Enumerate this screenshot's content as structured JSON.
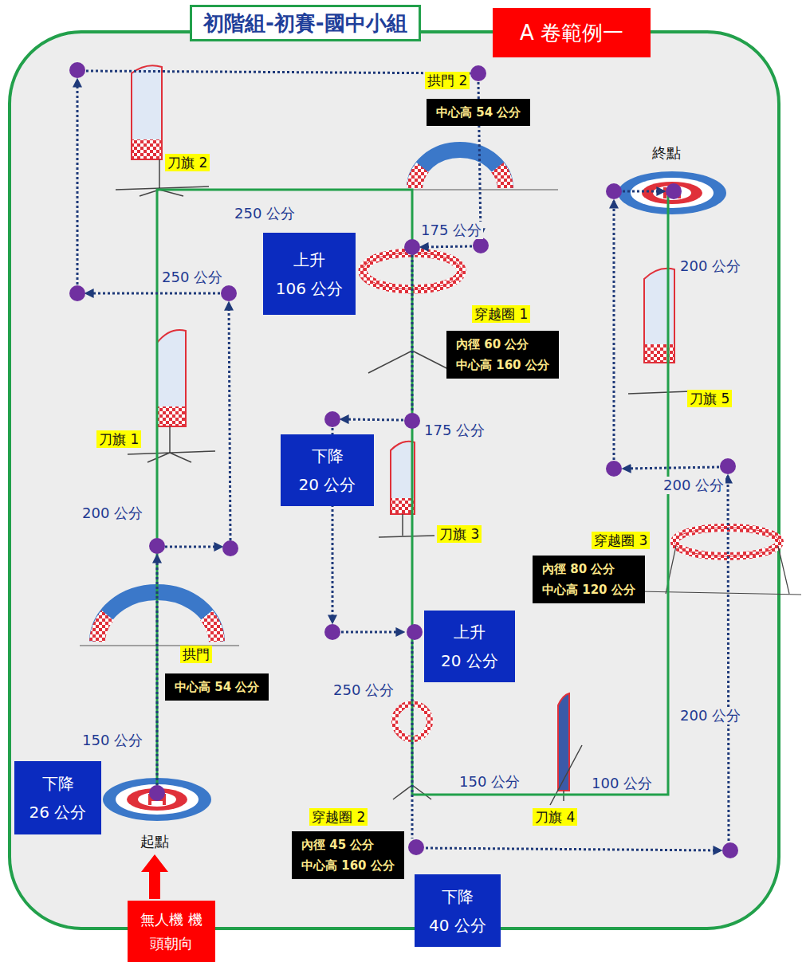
{
  "diagram": {
    "title": "初階組-初賽-國中小組",
    "nodes": [
      {
        "text": [
          "A 卷範例一"
        ]
      },
      {
        "text": [
          "拱門 2"
        ]
      },
      {
        "text": [
          "中心高 54 公分"
        ]
      },
      {
        "text": [
          "刀旗 2"
        ]
      },
      {
        "text": [
          "終點"
        ]
      },
      {
        "text": [
          "上升",
          "106 公分"
        ]
      },
      {
        "text": [
          "穿越圈 1"
        ]
      },
      {
        "text": [
          "內徑 60 公分",
          "中心高 160 公分"
        ]
      },
      {
        "text": [
          "刀旗 5"
        ]
      },
      {
        "text": [
          "刀旗 1"
        ]
      },
      {
        "text": [
          "下降",
          "20 公分"
        ]
      },
      {
        "text": [
          "刀旗 3"
        ]
      },
      {
        "text": [
          "穿越圈 3"
        ]
      },
      {
        "text": [
          "內徑 80 公分",
          "中心高 120 公分"
        ]
      },
      {
        "text": [
          "上升",
          "20 公分"
        ]
      },
      {
        "text": [
          "拱門"
        ]
      },
      {
        "text": [
          "中心高 54 公分"
        ]
      },
      {
        "text": [
          "下降",
          "26 公分"
        ]
      },
      {
        "text": [
          "穿越圈 2"
        ]
      },
      {
        "text": [
          "刀旗 4"
        ]
      },
      {
        "text": [
          "內徑 45 公分",
          "中心高 160 公分"
        ]
      },
      {
        "text": [
          "起點"
        ]
      },
      {
        "text": [
          "下降",
          "40 公分"
        ]
      },
      {
        "text": [
          "無人機 機頭朝向"
        ]
      }
    ],
    "edges": [
      {
        "from": 23,
        "to": 21,
        "arrow": "to"
      }
    ],
    "labels": [
      "250 公分",
      "175 公分",
      "250 公分",
      "200 公分",
      "175 公分",
      "200 公分",
      "200 公分",
      "250 公分",
      "200 公分",
      "150 公分",
      "150 公分",
      "100 公分"
    ]
  }
}
